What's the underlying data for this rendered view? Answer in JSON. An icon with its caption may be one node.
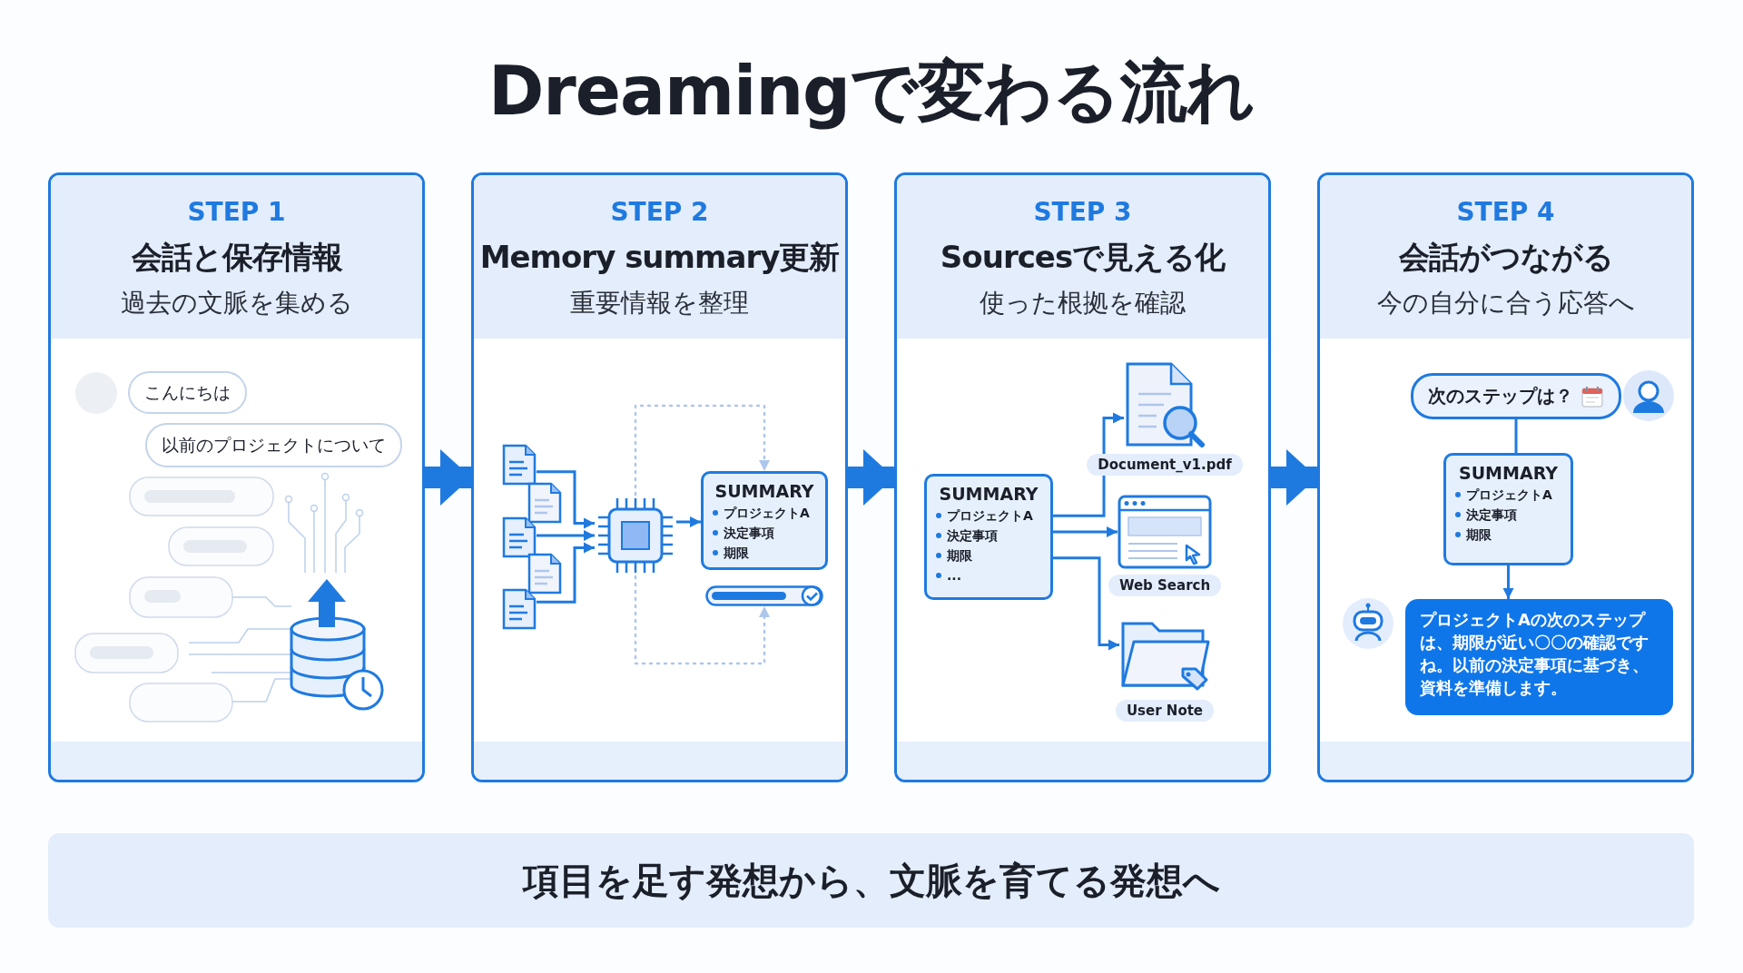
{
  "diagram": {
    "title": "Dreamingで変わる流れ",
    "nodes": [
      {
        "text": [
          "STEP 1",
          "会話と保存情報",
          "過去の文脈を集める"
        ]
      },
      {
        "text": [
          "こんにちは"
        ],
        "in": 0
      },
      {
        "text": [
          "以前のプロジェクトについて"
        ],
        "in": 0
      },
      {
        "text": [
          "STEP 2",
          "Memory summary更新",
          "重要情報を整理"
        ]
      },
      {
        "text": [],
        "shape": "document",
        "in": 3
      },
      {
        "text": [],
        "shape": "document",
        "in": 3
      },
      {
        "text": [],
        "shape": "document",
        "in": 3
      },
      {
        "text": [],
        "shape": "document",
        "in": 3
      },
      {
        "text": [],
        "shape": "document",
        "in": 3
      },
      {
        "text": [],
        "shape": "chip",
        "in": 3
      },
      {
        "text": [
          "SUMMARY",
          "プロジェクトA",
          "決定事項",
          "期限"
        ],
        "in": 3
      },
      {
        "text": [],
        "shape": "bar",
        "in": 3
      },
      {
        "text": [
          "STEP 3",
          "Sourcesで見える化",
          "使った根拠を確認"
        ]
      },
      {
        "text": [
          "SUMMARY",
          "プロジェクトA",
          "決定事項",
          "期限",
          "..."
        ],
        "in": 12
      },
      {
        "text": [
          "Document_v1.pdf"
        ],
        "in": 12
      },
      {
        "text": [
          "Web Search"
        ],
        "in": 12
      },
      {
        "text": [
          "User Note"
        ],
        "in": 12
      },
      {
        "text": [
          "STEP 4",
          "会話がつながる",
          "今の自分に合う応答へ"
        ]
      },
      {
        "text": [
          "次のステップは？"
        ],
        "in": 17
      },
      {
        "text": [
          "SUMMARY",
          "プロジェクトA",
          "決定事項",
          "期限"
        ],
        "in": 17
      },
      {
        "text": [
          "プロジェクトAの次のステップは、期限が近い〇〇の確認ですね。以前の決定事項に基づき、資料を準備します。"
        ],
        "in": 17
      },
      {
        "text": [
          "項目を足す発想から、文脈を育てる発想へ"
        ]
      }
    ],
    "edges": [
      {
        "from": 0,
        "to": 3,
        "arrow": "to",
        "style": "thick"
      },
      {
        "from": 3,
        "to": 12,
        "arrow": "to",
        "style": "thick"
      },
      {
        "from": 12,
        "to": 17,
        "arrow": "to",
        "style": "thick"
      },
      {
        "from": 4,
        "to": 9,
        "arrow": "to"
      },
      {
        "from": 6,
        "to": 9,
        "arrow": "to"
      },
      {
        "from": 8,
        "to": 9,
        "arrow": "to"
      },
      {
        "from": 9,
        "to": 10,
        "arrow": "to"
      },
      {
        "from": 9,
        "to": 10,
        "arrow": "to",
        "style": "dashed",
        "color": "#aec6ec"
      },
      {
        "from": 9,
        "to": 11,
        "arrow": "to",
        "style": "dashed",
        "color": "#aec6ec"
      },
      {
        "from": 13,
        "to": 14,
        "arrow": "to"
      },
      {
        "from": 13,
        "to": 15,
        "arrow": "to"
      },
      {
        "from": 13,
        "to": 16,
        "arrow": "to"
      },
      {
        "from": 18,
        "to": 19,
        "arrow": "none"
      },
      {
        "from": 19,
        "to": 20,
        "arrow": "to"
      }
    ]
  }
}
